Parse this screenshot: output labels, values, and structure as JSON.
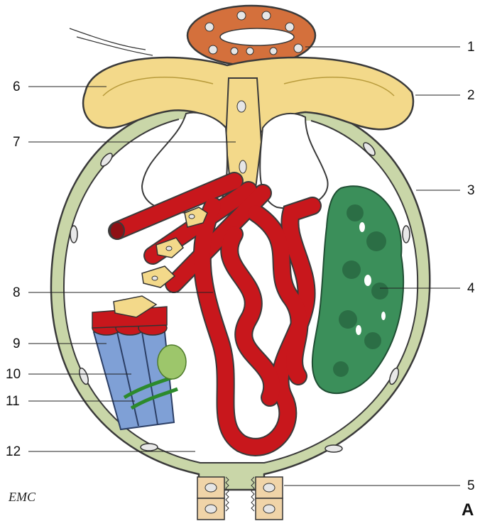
{
  "labels": {
    "n1": "1",
    "n2": "2",
    "n3": "3",
    "n4": "4",
    "n5": "5",
    "n6": "6",
    "n7": "7",
    "n8": "8",
    "n9": "9",
    "n10": "10",
    "n11": "11",
    "n12": "12"
  },
  "panel_letter": "A",
  "logo_text": "EMC",
  "colors": {
    "capsule_green": "#c9d6a8",
    "capsule_outline": "#3a3a3a",
    "ovary_yellow": "#f3d98a",
    "cell_red": "#c8171c",
    "cell_green": "#3b8f5a",
    "tubule_blue": "#7fa0d6",
    "nucleus_gray": "#d8d8d8",
    "orange_vessel": "#d4703c"
  }
}
